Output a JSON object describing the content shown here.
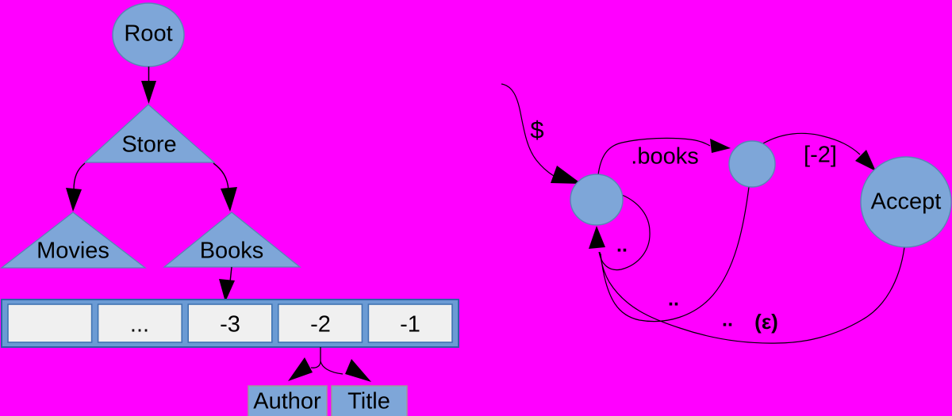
{
  "colors": {
    "background": "#ff00ff",
    "node_fill": "#7ea6d8",
    "node_border": "#5a85b5",
    "array_frame_fill": "#6b9bd4",
    "array_frame_border": "#2e62a6",
    "cell_fill": "#f0f0f0",
    "cell_border": "#3f74b3",
    "box_border": "#9a9a9a",
    "edge": "#000000",
    "text": "#000000"
  },
  "tree": {
    "root_label": "Root",
    "store_label": "Store",
    "movies_label": "Movies",
    "books_label": "Books",
    "array_cells": [
      "",
      "...",
      "-3",
      "-2",
      "-1"
    ],
    "author_label": "Author",
    "title_label": "Title"
  },
  "automaton": {
    "start_label": "$",
    "edge_books_label": ".books",
    "edge_index_label": "[-2]",
    "self_loop_label": "..",
    "back_edge_label": "..",
    "epsilon_dots_label": "..",
    "epsilon_label": "(ε)",
    "accept_label": "Accept"
  }
}
